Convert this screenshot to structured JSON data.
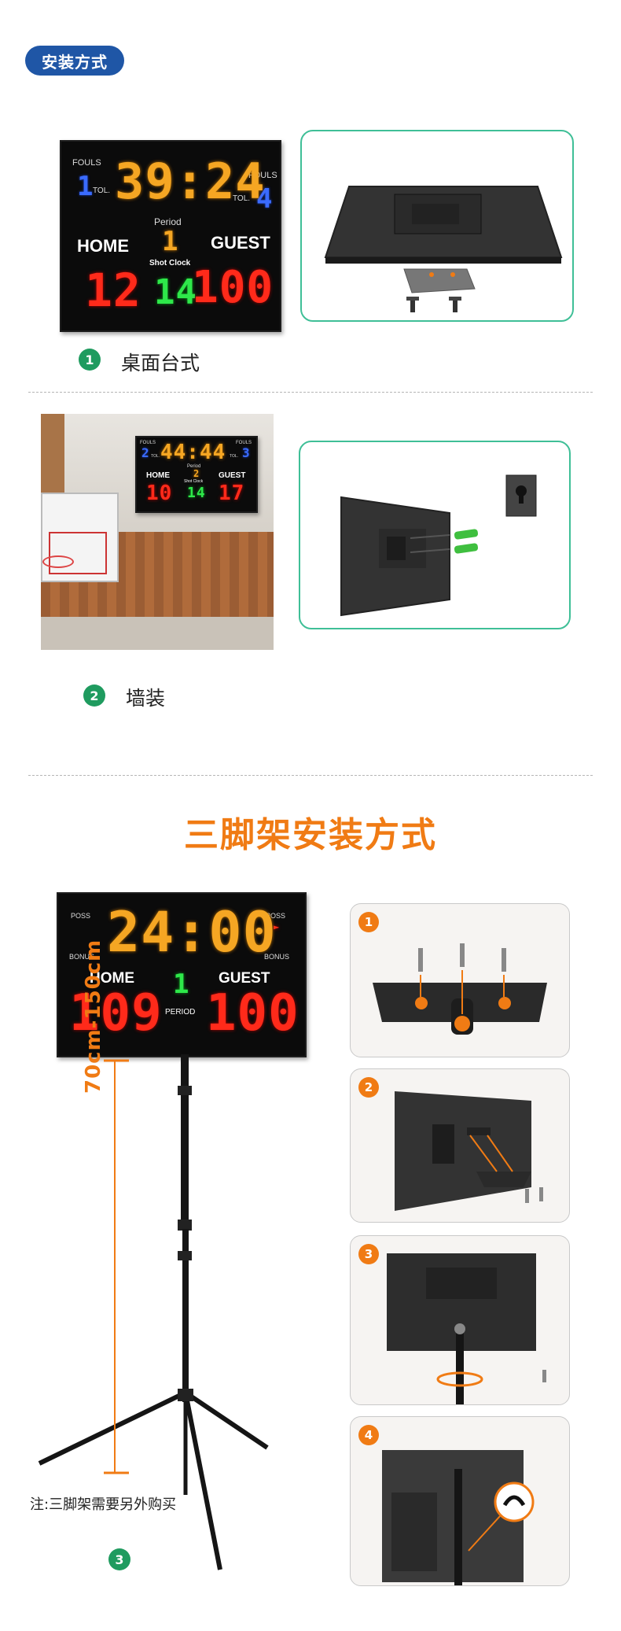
{
  "section_label": "安装方式",
  "method1": {
    "number": "1",
    "caption": "桌面台式",
    "board": {
      "fouls_left": "FOULS",
      "fouls_right": "FOULS",
      "tol_left": "TOL.",
      "tol_right": "TOL.",
      "time": "39:24",
      "period_label": "Period",
      "period_value": "1",
      "home": "HOME",
      "guest": "GUEST",
      "shot_clock_label": "Shot Clock",
      "shot_clock": "14",
      "home_score": "12",
      "guest_score": "100",
      "fouls_left_value": "1",
      "fouls_right_value": "4"
    }
  },
  "method2": {
    "number": "2",
    "caption": "墙装",
    "board": {
      "fouls_left": "FOULS",
      "fouls_right": "FOULS",
      "time": "44:44",
      "tol_left": "TOL.",
      "tol_right": "TOL.",
      "period_label": "Period",
      "period_value": "2",
      "home": "HOME",
      "guest": "GUEST",
      "shot_clock_label": "Shot Clock",
      "shot_clock": "14",
      "home_score": "10",
      "guest_score": "17",
      "fouls_left_value": "2",
      "fouls_right_value": "3"
    }
  },
  "tripod": {
    "title": "三脚架安装方式",
    "number": "3",
    "dimension": "70cm-150cm",
    "note": "注:三脚架需要另外购买",
    "board": {
      "poss_left": "POSS",
      "poss_right": "POSS",
      "bonus_left": "BONUS",
      "bonus_right": "BONUS",
      "time": "24:00",
      "home": "HOME",
      "guest": "GUEST",
      "period_label": "PERIOD",
      "period_value": "1",
      "home_score": "109",
      "guest_score": "100"
    },
    "steps": [
      "1",
      "2",
      "3",
      "4"
    ]
  },
  "colors": {
    "accent_orange": "#f07b14",
    "green": "#1f9b5f",
    "blue": "#1f56a6",
    "frame_teal": "#3fbf97"
  }
}
